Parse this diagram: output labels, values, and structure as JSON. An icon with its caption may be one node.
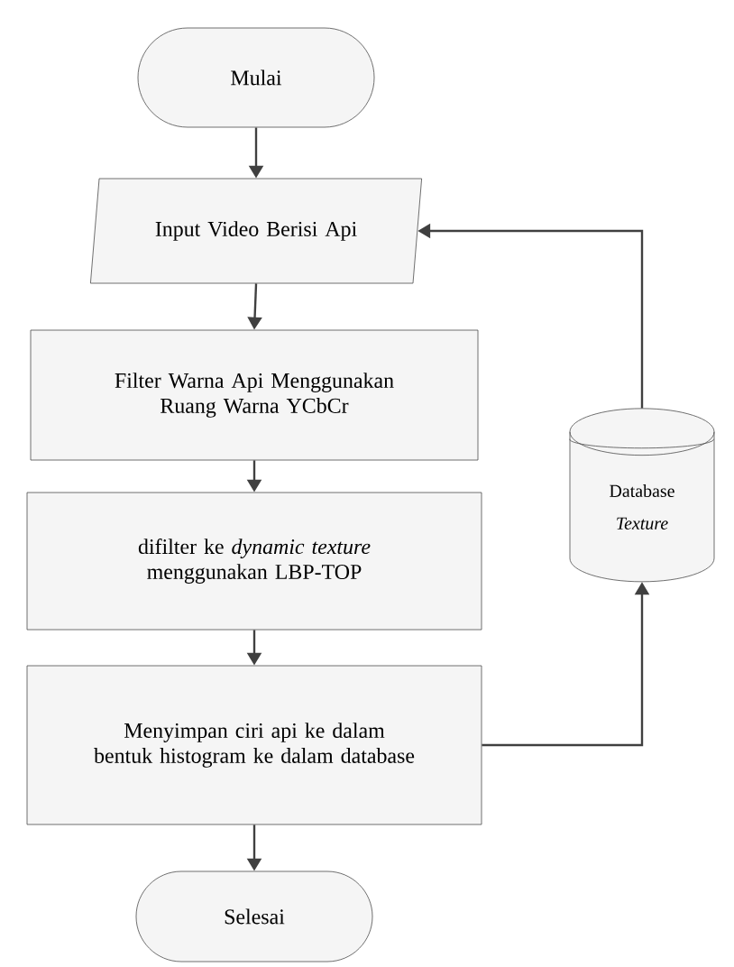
{
  "diagram": {
    "nodes": [
      {
        "text": [
          "Mulai"
        ]
      },
      {
        "text": [
          "Input Video Berisi Api"
        ]
      },
      {
        "text": [
          "Filter Warna Api Menggunakan Ruang Warna YCbCr"
        ]
      },
      {
        "text": [
          "difilter ke *dynamic texture* menggunakan LBP-TOP"
        ]
      },
      {
        "text": [
          "Menyimpan ciri api ke dalam bentuk histogram ke dalam database"
        ]
      },
      {
        "text": [
          "Selesai"
        ]
      },
      {
        "text": [
          "Database",
          "Texture"
        ]
      }
    ],
    "edges": [
      {
        "from": 0,
        "to": 1,
        "arrow": "to"
      },
      {
        "from": 1,
        "to": 2,
        "arrow": "to"
      },
      {
        "from": 2,
        "to": 3,
        "arrow": "to"
      },
      {
        "from": 3,
        "to": 4,
        "arrow": "to"
      },
      {
        "from": 4,
        "to": 5,
        "arrow": "to"
      },
      {
        "from": 4,
        "to": 6,
        "arrow": "to"
      },
      {
        "from": 6,
        "to": 1,
        "arrow": "to"
      }
    ]
  }
}
